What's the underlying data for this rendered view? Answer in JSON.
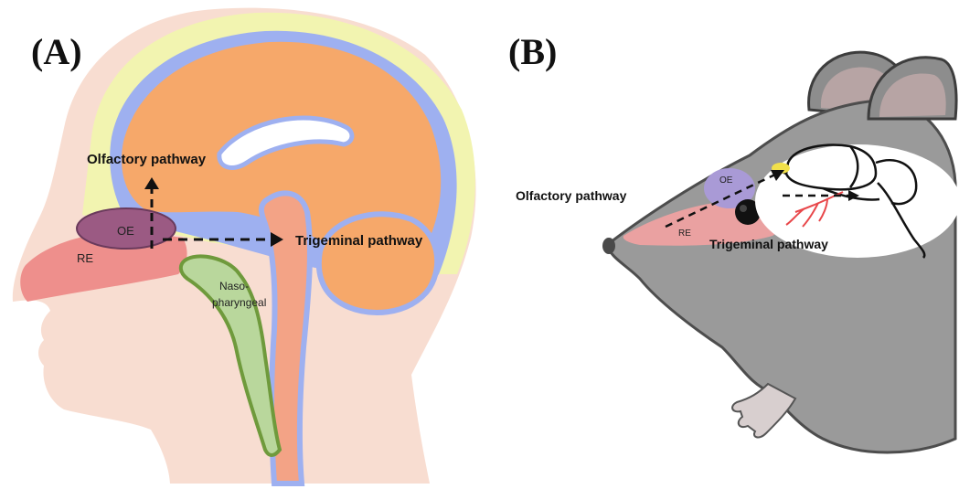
{
  "panels": [
    {
      "letter": "(A)",
      "labels": {
        "olfactory": "Olfactory pathway",
        "trigeminal": "Trigeminal pathway",
        "oe": "OE",
        "re": "RE",
        "naso_line1": "Naso-",
        "naso_line2": "pharyngeal"
      }
    },
    {
      "letter": "(B)",
      "labels": {
        "olfactory": "Olfactory pathway",
        "trigeminal": "Trigeminal pathway",
        "oe": "OE",
        "re": "RE"
      }
    }
  ],
  "colors": {
    "skin": "#f8ddd1",
    "scalp": "#f2f4b0",
    "brain": "#f6a86a",
    "csf": "#9eb0f0",
    "re": "#ee8f8c",
    "oe": "#9b5a83",
    "naso": "#b9d79c",
    "naso_border": "#6f9a3c",
    "mouse": "#9a9a9a",
    "mouse_dark": "#4d4d4d",
    "arrow": "#111111"
  }
}
